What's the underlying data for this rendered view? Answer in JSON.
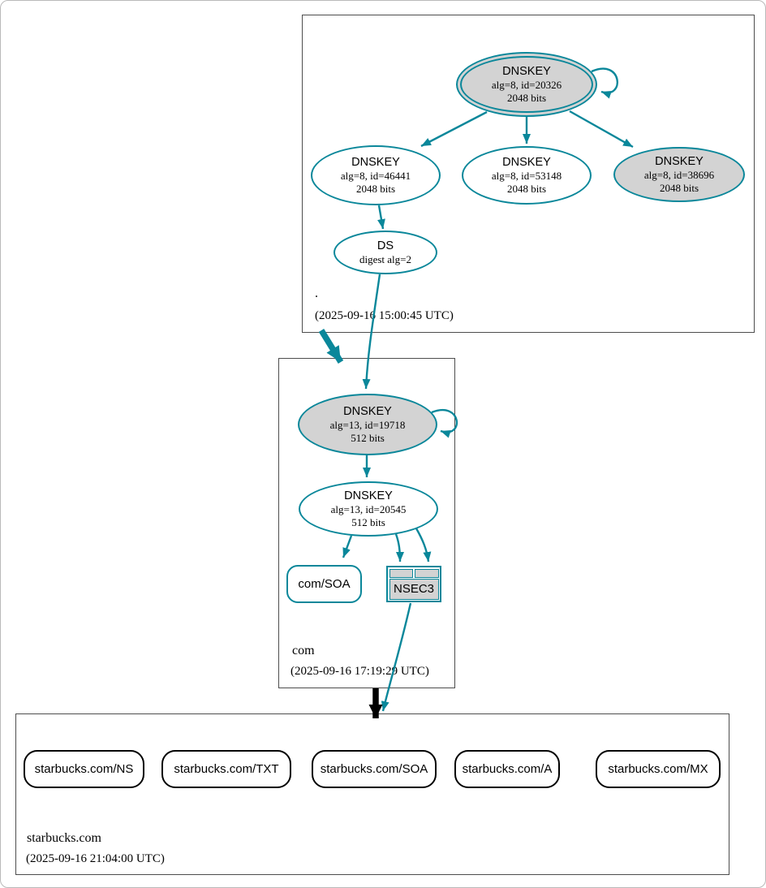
{
  "colors": {
    "secure_edge": "#0a879a",
    "node_fill_gray": "#d3d3d3",
    "delegation_arrow_black": "#000000",
    "zone_box_border": "#4d4d4d"
  },
  "zones": {
    "root": {
      "name": ".",
      "timestamp": "(2025-09-16 15:00:45 UTC)",
      "nodes": {
        "ksk_20326": {
          "title": "DNSKEY",
          "detail1": "alg=8, id=20326",
          "detail2": "2048 bits"
        },
        "zsk_46441": {
          "title": "DNSKEY",
          "detail1": "alg=8, id=46441",
          "detail2": "2048 bits"
        },
        "zsk_53148": {
          "title": "DNSKEY",
          "detail1": "alg=8, id=53148",
          "detail2": "2048 bits"
        },
        "ksk_38696": {
          "title": "DNSKEY",
          "detail1": "alg=8, id=38696",
          "detail2": "2048 bits"
        },
        "ds": {
          "title": "DS",
          "detail1": "digest alg=2"
        }
      }
    },
    "com": {
      "name": "com",
      "timestamp": "(2025-09-16 17:19:29 UTC)",
      "nodes": {
        "ksk_19718": {
          "title": "DNSKEY",
          "detail1": "alg=13, id=19718",
          "detail2": "512 bits"
        },
        "zsk_20545": {
          "title": "DNSKEY",
          "detail1": "alg=13, id=20545",
          "detail2": "512 bits"
        },
        "soa": {
          "label": "com/SOA"
        },
        "nsec3": {
          "label": "NSEC3"
        }
      }
    },
    "starbucks": {
      "name": "starbucks.com",
      "timestamp": "(2025-09-16 21:04:00 UTC)",
      "rrsets": [
        {
          "label": "starbucks.com/NS"
        },
        {
          "label": "starbucks.com/TXT"
        },
        {
          "label": "starbucks.com/SOA"
        },
        {
          "label": "starbucks.com/A"
        },
        {
          "label": "starbucks.com/MX"
        }
      ]
    }
  }
}
